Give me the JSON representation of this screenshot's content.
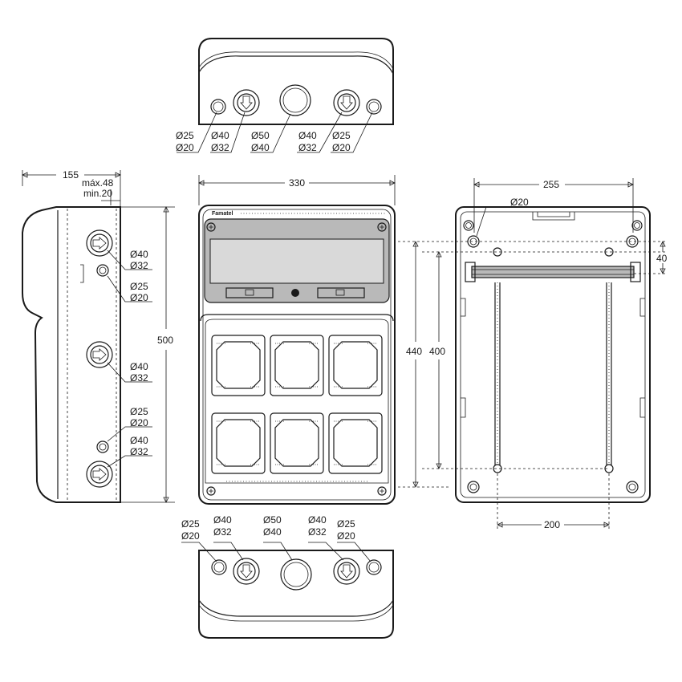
{
  "brand": "Famatel",
  "dimensions": {
    "side_depth": "155",
    "side_max": "máx.48",
    "side_min": "min.20",
    "front_width": "330",
    "height": "500",
    "back_width": "255",
    "back_height_outer": "440",
    "back_height_inner": "400",
    "back_rail_gap": "40",
    "back_hole_spacing": "200",
    "back_hole": "Ø20"
  },
  "top_view": {
    "labels": [
      {
        "a": "Ø25",
        "b": "Ø20"
      },
      {
        "a": "Ø40",
        "b": "Ø32"
      },
      {
        "a": "Ø50",
        "b": "Ø40"
      },
      {
        "a": "Ø40",
        "b": "Ø32"
      },
      {
        "a": "Ø25",
        "b": "Ø20"
      }
    ]
  },
  "bottom_view": {
    "labels": [
      {
        "a": "Ø25",
        "b": "Ø20"
      },
      {
        "a": "Ø40",
        "b": "Ø32"
      },
      {
        "a": "Ø50",
        "b": "Ø40"
      },
      {
        "a": "Ø40",
        "b": "Ø32"
      },
      {
        "a": "Ø25",
        "b": "Ø20"
      }
    ]
  },
  "side_view": {
    "labels": [
      {
        "a": "Ø40",
        "b": "Ø32"
      },
      {
        "a": "Ø25",
        "b": "Ø20"
      },
      {
        "a": "Ø40",
        "b": "Ø32"
      },
      {
        "a": "Ø25",
        "b": "Ø20"
      },
      {
        "a": "Ø40",
        "b": "Ø32"
      }
    ]
  }
}
